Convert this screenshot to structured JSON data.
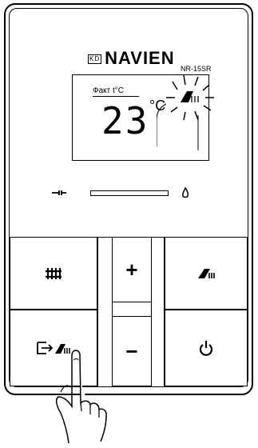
{
  "brand": {
    "logo_text": "NAVIEN",
    "mark": "KD"
  },
  "model": "NR-15SR",
  "display": {
    "mode_label": "Факт t°C",
    "temperature": "23",
    "unit": "°C"
  },
  "buttons": {
    "plus": "+",
    "minus": "−"
  },
  "icons": {
    "heating": "radiator-icon",
    "hot_water": "shower-icon",
    "away": "exit-shower-icon",
    "power": "power-icon",
    "service": "wrench-icon",
    "flame": "flame-icon"
  }
}
